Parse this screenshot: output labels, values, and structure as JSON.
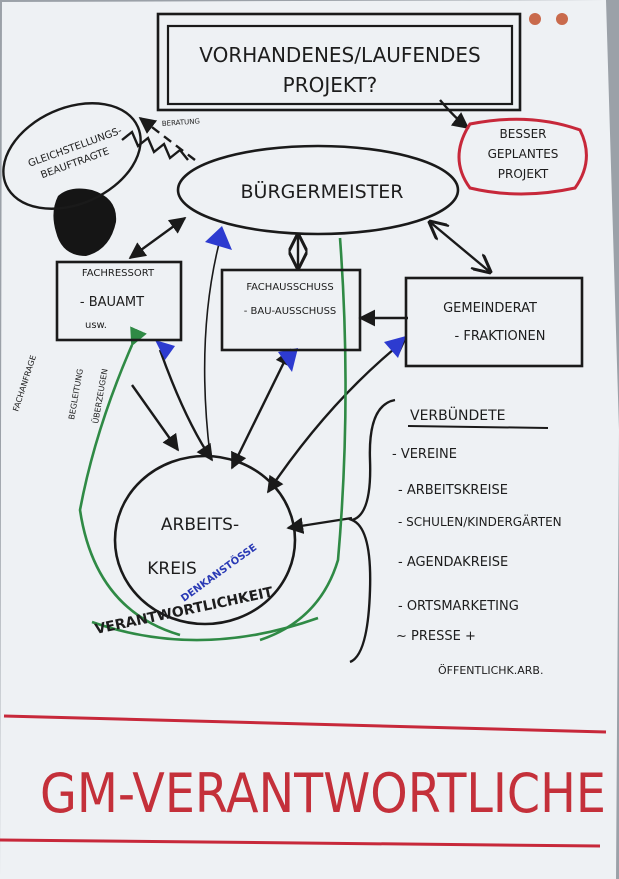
{
  "colors": {
    "paper": "#eef1f4",
    "ink": "#1a1a1a",
    "green": "#2f8a45",
    "red": "#c7283a",
    "blue": "#2d3bd0"
  },
  "nodes": {
    "projekt": {
      "line1": "VORHANDENES/LAUFENDES",
      "line2": "PROJEKT?"
    },
    "besser": {
      "line1": "BESSER",
      "line2": "GEPLANTES",
      "line3": "PROJEKT"
    },
    "gleichstellung": {
      "line1": "GLEICHSTELLUNGS-",
      "line2": "BEAUFTRAGTE"
    },
    "buergermeister": {
      "label": "BÜRGERMEISTER"
    },
    "fachressort": {
      "line1": "FACHRESSORT",
      "line2": "- BAUAMT",
      "line3": "usw."
    },
    "fachausschuss": {
      "line1": "FACHAUSSCHUSS",
      "line2": "- BAU-AUSSCHUSS"
    },
    "gemeinderat": {
      "line1": "GEMEINDERAT",
      "line2": "- FRAKTIONEN"
    },
    "arbeitskreis": {
      "line1": "ARBEITS-",
      "line2": "KREIS"
    }
  },
  "edge_labels": {
    "beratung": "BERATUNG",
    "fachanfrage": "FACHANFRAGE",
    "begleitung": "BEGLEITUNG",
    "ueberzeugen": "ÜBERZEUGEN",
    "denkanstoesse": "DENKANSTÖSSE",
    "verantwortlichkeit": "VERANTWORTLICHKEIT"
  },
  "verbuendete": {
    "title": "VERBÜNDETE",
    "items": [
      "- VEREINE",
      "- ARBEITSKREISE",
      "- SCHULEN/KINDERGÄRTEN",
      "- AGENDAKREISE",
      "- ORTSMARKETING",
      "~ PRESSE +",
      "ÖFFENTLICHK.ARB."
    ]
  },
  "footer": {
    "title": "GM-VERANTWORTLICHE"
  }
}
